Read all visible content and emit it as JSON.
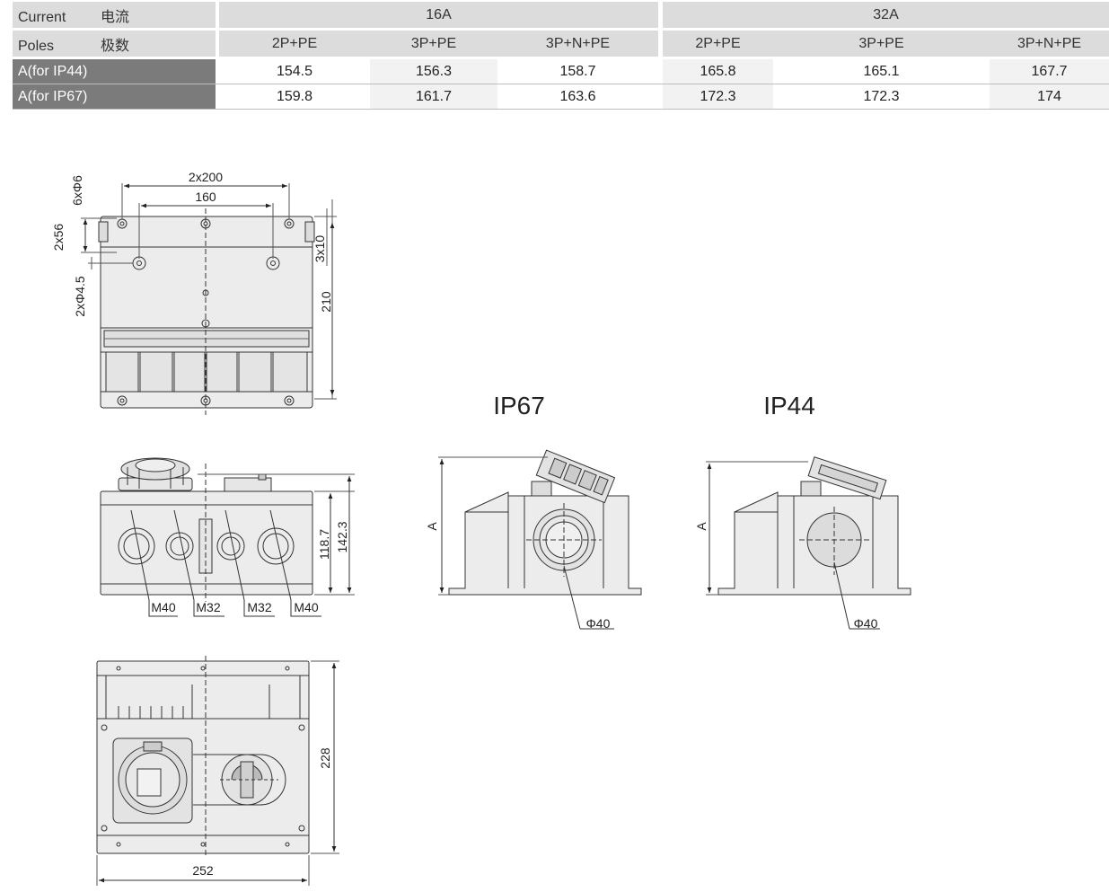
{
  "table": {
    "current": {
      "en": "Current",
      "cn": "电流"
    },
    "poles": {
      "en": "Poles",
      "cn": "极数"
    },
    "groups": [
      "16A",
      "32A"
    ],
    "pole_types": [
      "2P+PE",
      "3P+PE",
      "3P+N+PE",
      "2P+PE",
      "3P+PE",
      "3P+N+PE"
    ],
    "rows": [
      {
        "label": "A(for IP44)",
        "values": [
          "154.5",
          "156.3",
          "158.7",
          "165.8",
          "165.1",
          "167.7"
        ]
      },
      {
        "label": "A(for IP67)",
        "values": [
          "159.8",
          "161.7",
          "163.6",
          "172.3",
          "172.3",
          "174"
        ]
      }
    ]
  },
  "drawings": {
    "top_view": {
      "dim_2x200": "2x200",
      "dim_160": "160",
      "dim_6xphi6": "6xΦ6",
      "dim_2x56": "2x56",
      "dim_2xphi45": "2xΦ4.5",
      "dim_3x10": "3x10",
      "dim_210": "210"
    },
    "side_view": {
      "dim_118_7": "118.7",
      "dim_142_3": "142.3",
      "glands": [
        "M40",
        "M32",
        "M32",
        "M40"
      ]
    },
    "front_view": {
      "dim_228": "228",
      "dim_252": "252"
    },
    "ip67": {
      "title": "IP67",
      "dim_a": "A",
      "dim_phi40": "Φ40"
    },
    "ip44": {
      "title": "IP44",
      "dim_a": "A",
      "dim_phi40": "Φ40"
    }
  }
}
